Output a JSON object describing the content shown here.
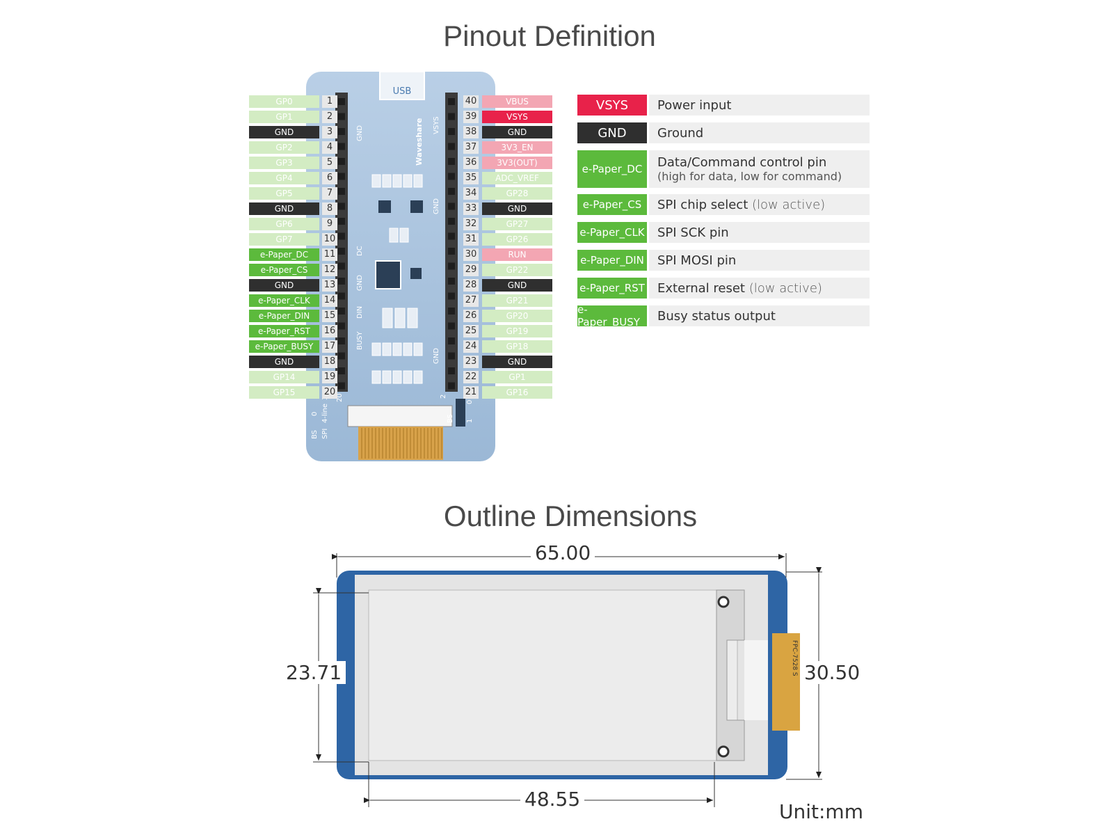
{
  "pinout": {
    "title": "Pinout Definition",
    "left_pins": [
      {
        "num": "1",
        "label": "GP0",
        "type": "gpio"
      },
      {
        "num": "2",
        "label": "GP1",
        "type": "gpio"
      },
      {
        "num": "3",
        "label": "GND",
        "type": "gnd"
      },
      {
        "num": "4",
        "label": "GP2",
        "type": "gpio"
      },
      {
        "num": "5",
        "label": "GP3",
        "type": "gpio"
      },
      {
        "num": "6",
        "label": "GP4",
        "type": "gpio"
      },
      {
        "num": "7",
        "label": "GP5",
        "type": "gpio"
      },
      {
        "num": "8",
        "label": "GND",
        "type": "gnd"
      },
      {
        "num": "9",
        "label": "GP6",
        "type": "gpio"
      },
      {
        "num": "10",
        "label": "GP7",
        "type": "gpio"
      },
      {
        "num": "11",
        "label": "e-Paper_DC",
        "type": "epaper"
      },
      {
        "num": "12",
        "label": "e-Paper_CS",
        "type": "epaper"
      },
      {
        "num": "13",
        "label": "GND",
        "type": "gnd"
      },
      {
        "num": "14",
        "label": "e-Paper_CLK",
        "type": "epaper"
      },
      {
        "num": "15",
        "label": "e-Paper_DIN",
        "type": "epaper"
      },
      {
        "num": "16",
        "label": "e-Paper_RST",
        "type": "epaper"
      },
      {
        "num": "17",
        "label": "e-Paper_BUSY",
        "type": "epaper"
      },
      {
        "num": "18",
        "label": "GND",
        "type": "gnd"
      },
      {
        "num": "19",
        "label": "GP14",
        "type": "gpio"
      },
      {
        "num": "20",
        "label": "GP15",
        "type": "gpio"
      }
    ],
    "right_pins": [
      {
        "num": "40",
        "label": "VBUS",
        "type": "power"
      },
      {
        "num": "39",
        "label": "VSYS",
        "type": "vsys"
      },
      {
        "num": "38",
        "label": "GND",
        "type": "gnd"
      },
      {
        "num": "37",
        "label": "3V3_EN",
        "type": "power"
      },
      {
        "num": "36",
        "label": "3V3(OUT)",
        "type": "power"
      },
      {
        "num": "35",
        "label": "ADC_VREF",
        "type": "gpio"
      },
      {
        "num": "34",
        "label": "GP28",
        "type": "gpio"
      },
      {
        "num": "33",
        "label": "GND",
        "type": "gnd"
      },
      {
        "num": "32",
        "label": "GP27",
        "type": "gpio"
      },
      {
        "num": "31",
        "label": "GP26",
        "type": "gpio"
      },
      {
        "num": "30",
        "label": "RUN",
        "type": "power"
      },
      {
        "num": "29",
        "label": "GP22",
        "type": "gpio"
      },
      {
        "num": "28",
        "label": "GND",
        "type": "gnd"
      },
      {
        "num": "27",
        "label": "GP21",
        "type": "gpio"
      },
      {
        "num": "26",
        "label": "GP20",
        "type": "gpio"
      },
      {
        "num": "25",
        "label": "GP19",
        "type": "gpio"
      },
      {
        "num": "24",
        "label": "GP18",
        "type": "gpio"
      },
      {
        "num": "23",
        "label": "GND",
        "type": "gnd"
      },
      {
        "num": "22",
        "label": "GP1",
        "type": "gpio"
      },
      {
        "num": "21",
        "label": "GP16",
        "type": "gpio"
      }
    ],
    "board": {
      "usb": "USB",
      "brand": "Waveshare",
      "silk_gnd": "GND",
      "silk_vsys": "VSYS",
      "silk_dc": "DC",
      "silk_din": "DIN",
      "silk_busy": "BUSY",
      "silk_bs": "BS",
      "silk_spi": "SPI",
      "silk_4line": "4-line",
      "silk_3": "3-",
      "silk_0": "0",
      "silk_1": "1",
      "silk_2": "2",
      "silk_20": "20"
    }
  },
  "legend": [
    {
      "tag": "VSYS",
      "type": "vsys",
      "desc": "Power input",
      "desc_light": "",
      "sub": ""
    },
    {
      "tag": "GND",
      "type": "gnd",
      "desc": "Ground",
      "desc_light": "",
      "sub": ""
    },
    {
      "tag": "e-Paper_DC",
      "type": "epaper",
      "desc": "Data/Command control pin",
      "desc_light": "",
      "sub": "(high for data, low for command)"
    },
    {
      "tag": "e-Paper_CS",
      "type": "epaper",
      "desc": "SPI chip select ",
      "desc_light": "(low active)",
      "sub": ""
    },
    {
      "tag": "e-Paper_CLK",
      "type": "epaper",
      "desc": "SPI  SCK pin",
      "desc_light": "",
      "sub": ""
    },
    {
      "tag": "e-Paper_DIN",
      "type": "epaper",
      "desc": "SPI MOSI pin",
      "desc_light": "",
      "sub": ""
    },
    {
      "tag": "e-Paper_RST",
      "type": "epaper",
      "desc": "External reset ",
      "desc_light": "(low active)",
      "sub": ""
    },
    {
      "tag": "e-Paper_BUSY",
      "type": "epaper",
      "desc": "Busy status output",
      "desc_light": "",
      "sub": ""
    }
  ],
  "dimensions": {
    "title": "Outline Dimensions",
    "width": "65.00",
    "height": "30.50",
    "display_height": "23.71",
    "display_width": "48.55",
    "unit": "Unit:mm",
    "fpc_text": "FPC-7528 S"
  },
  "colors": {
    "gpio": "#d3ecc3",
    "gnd": "#2f2f2f",
    "epaper": "#5cba3c",
    "power": "#f3a6b3",
    "vsys": "#e8224a",
    "board": "#a9c3de",
    "pcb_blue": "#2e65a5",
    "fpc": "#d9a441"
  }
}
